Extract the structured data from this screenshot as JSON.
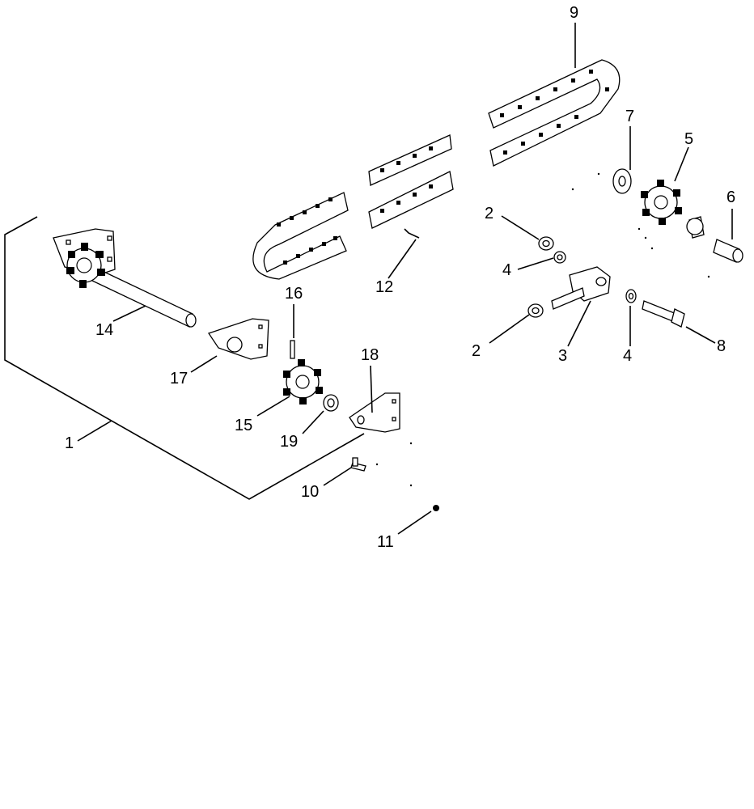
{
  "diagram": {
    "callouts": [
      {
        "id": "c1",
        "text": "1"
      },
      {
        "id": "c2a",
        "text": "2"
      },
      {
        "id": "c2b",
        "text": "2"
      },
      {
        "id": "c3",
        "text": "3"
      },
      {
        "id": "c4a",
        "text": "4"
      },
      {
        "id": "c4b",
        "text": "4"
      },
      {
        "id": "c5",
        "text": "5"
      },
      {
        "id": "c6",
        "text": "6"
      },
      {
        "id": "c7",
        "text": "7"
      },
      {
        "id": "c8",
        "text": "8"
      },
      {
        "id": "c9",
        "text": "9"
      },
      {
        "id": "c10",
        "text": "10"
      },
      {
        "id": "c11",
        "text": "11"
      },
      {
        "id": "c12",
        "text": "12"
      },
      {
        "id": "c14",
        "text": "14"
      },
      {
        "id": "c15",
        "text": "15"
      },
      {
        "id": "c16",
        "text": "16"
      },
      {
        "id": "c17",
        "text": "17"
      },
      {
        "id": "c18",
        "text": "18"
      },
      {
        "id": "c19",
        "text": "19"
      }
    ]
  }
}
